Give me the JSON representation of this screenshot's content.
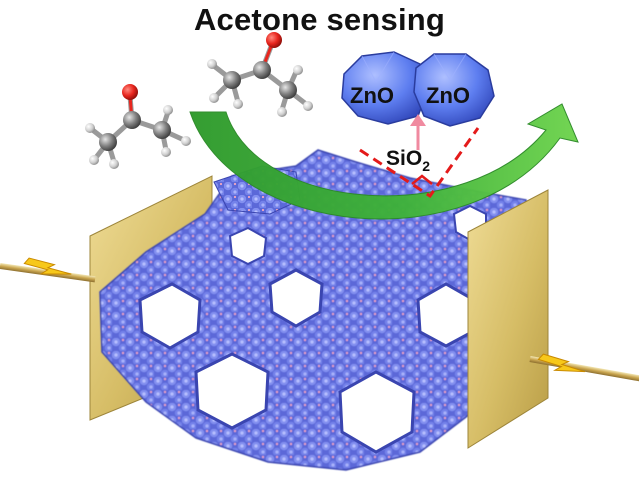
{
  "title": "Acetone sensing",
  "labels": {
    "zno_left": "ZnO",
    "zno_right": "ZnO",
    "sio2_base": "SiO",
    "sio2_sub": "2"
  },
  "icons": {
    "molecule_left": "acetone-molecule-icon",
    "molecule_right": "acetone-molecule-icon",
    "flow_arrow": "curved-green-arrow-icon",
    "current_left": "lightning-bolt-icon",
    "current_right": "lightning-bolt-icon"
  },
  "colors": {
    "framework": "#6a78e6",
    "framework_dark": "#3a45b0",
    "electrode": "#d9c270",
    "arrow_green": "#3fb23a",
    "oxygen": "#e8261e",
    "carbon": "#7d7d7d",
    "hydrogen": "#d8d8d8",
    "bond_pink": "#f08aa0",
    "dashed_red": "#e41a1a",
    "bolt": "#f5c518"
  }
}
